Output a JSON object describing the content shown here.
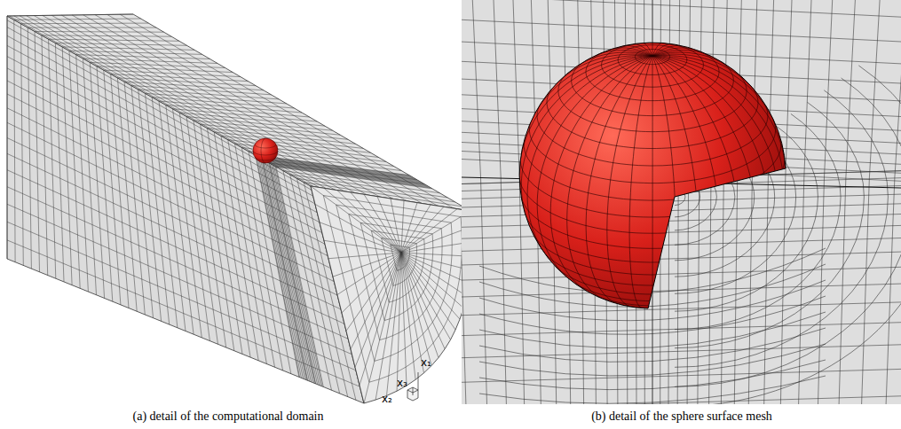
{
  "diagram": {
    "labels": [
      "x₁",
      "x₃",
      "x₂",
      "(a) detail of the computational domain",
      "(b) detail of the sphere surface mesh"
    ]
  }
}
